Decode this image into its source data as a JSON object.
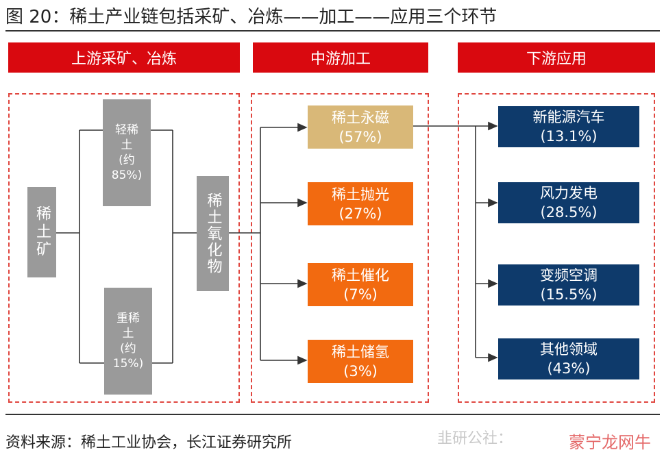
{
  "title": "图 20：稀土产业链包括采矿、冶炼——加工——应用三个环节",
  "headers": [
    "上游采矿、冶炼",
    "中游加工",
    "下游应用"
  ],
  "upstream": {
    "ore": "稀土矿",
    "light": "轻稀土(约85%)",
    "light_lines": [
      "轻稀",
      "土",
      "(约",
      "85%)"
    ],
    "heavy": "重稀土(约15%)",
    "heavy_lines": [
      "重稀",
      "土",
      "(约",
      "15%)"
    ],
    "oxide": "稀土氧化物"
  },
  "midstream": [
    {
      "label": "稀土永磁",
      "pct": "(57%)",
      "color": "#d9b878"
    },
    {
      "label": "稀土抛光",
      "pct": "(27%)",
      "color": "#f26a10"
    },
    {
      "label": "稀土催化",
      "pct": "(7%)",
      "color": "#f26a10"
    },
    {
      "label": "稀土储氢",
      "pct": "(3%)",
      "color": "#f26a10"
    }
  ],
  "downstream": [
    {
      "label": "新能源汽车",
      "pct": "(13.1%)"
    },
    {
      "label": "风力发电",
      "pct": "(28.5%)"
    },
    {
      "label": "变频空调",
      "pct": "(15.5%)"
    },
    {
      "label": "其他领域",
      "pct": "(43%)"
    }
  ],
  "colors": {
    "header": "#d9090f",
    "dashed": "#e0463f",
    "gray": "#9a9a9a",
    "navy": "#0e3a6b"
  },
  "source": "资料来源：稀土工业协会，长江证券研究所",
  "watermark": "韭研公社：",
  "watermark2": "蒙宁龙网牛"
}
